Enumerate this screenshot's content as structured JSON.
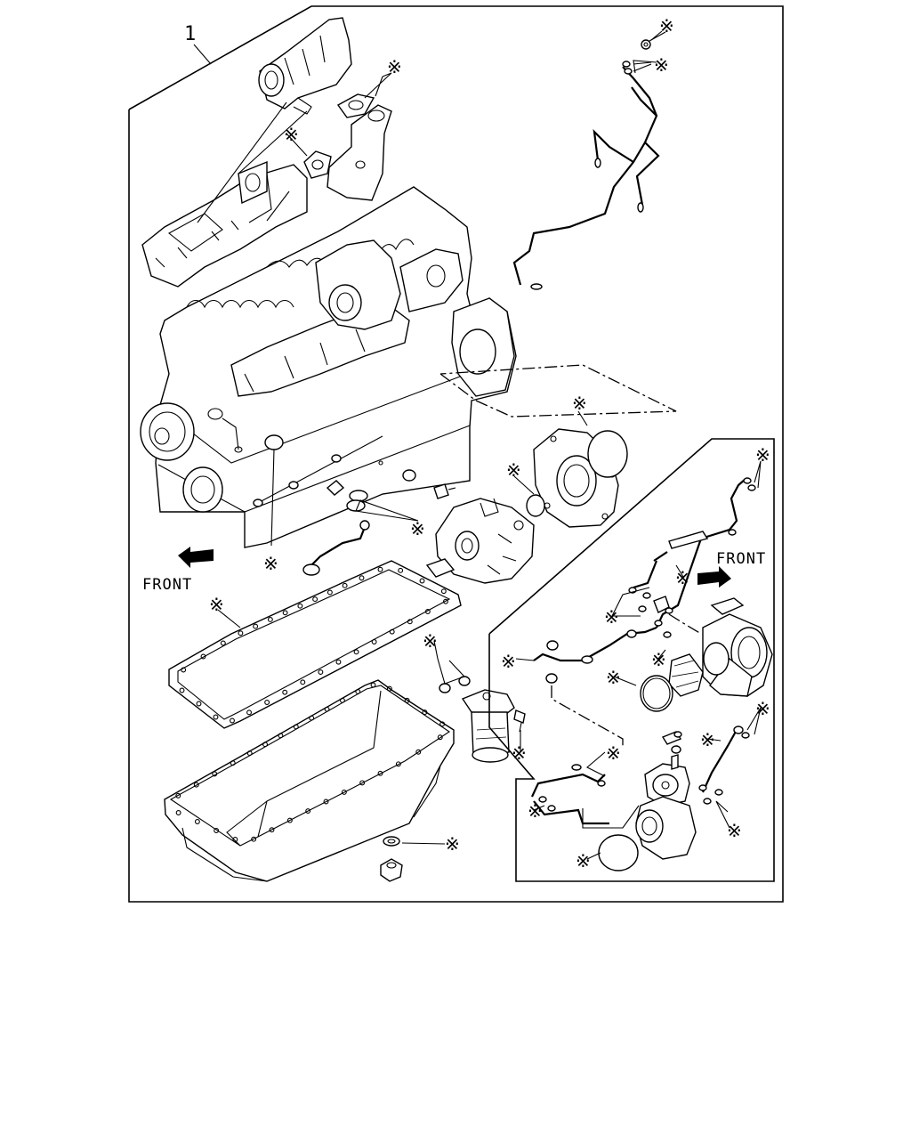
{
  "callout_number": "1",
  "front_label_left": "FRONT",
  "front_label_right": "FRONT",
  "kit_marker": "※",
  "colors": {
    "line": "#000000",
    "background": "#ffffff"
  }
}
